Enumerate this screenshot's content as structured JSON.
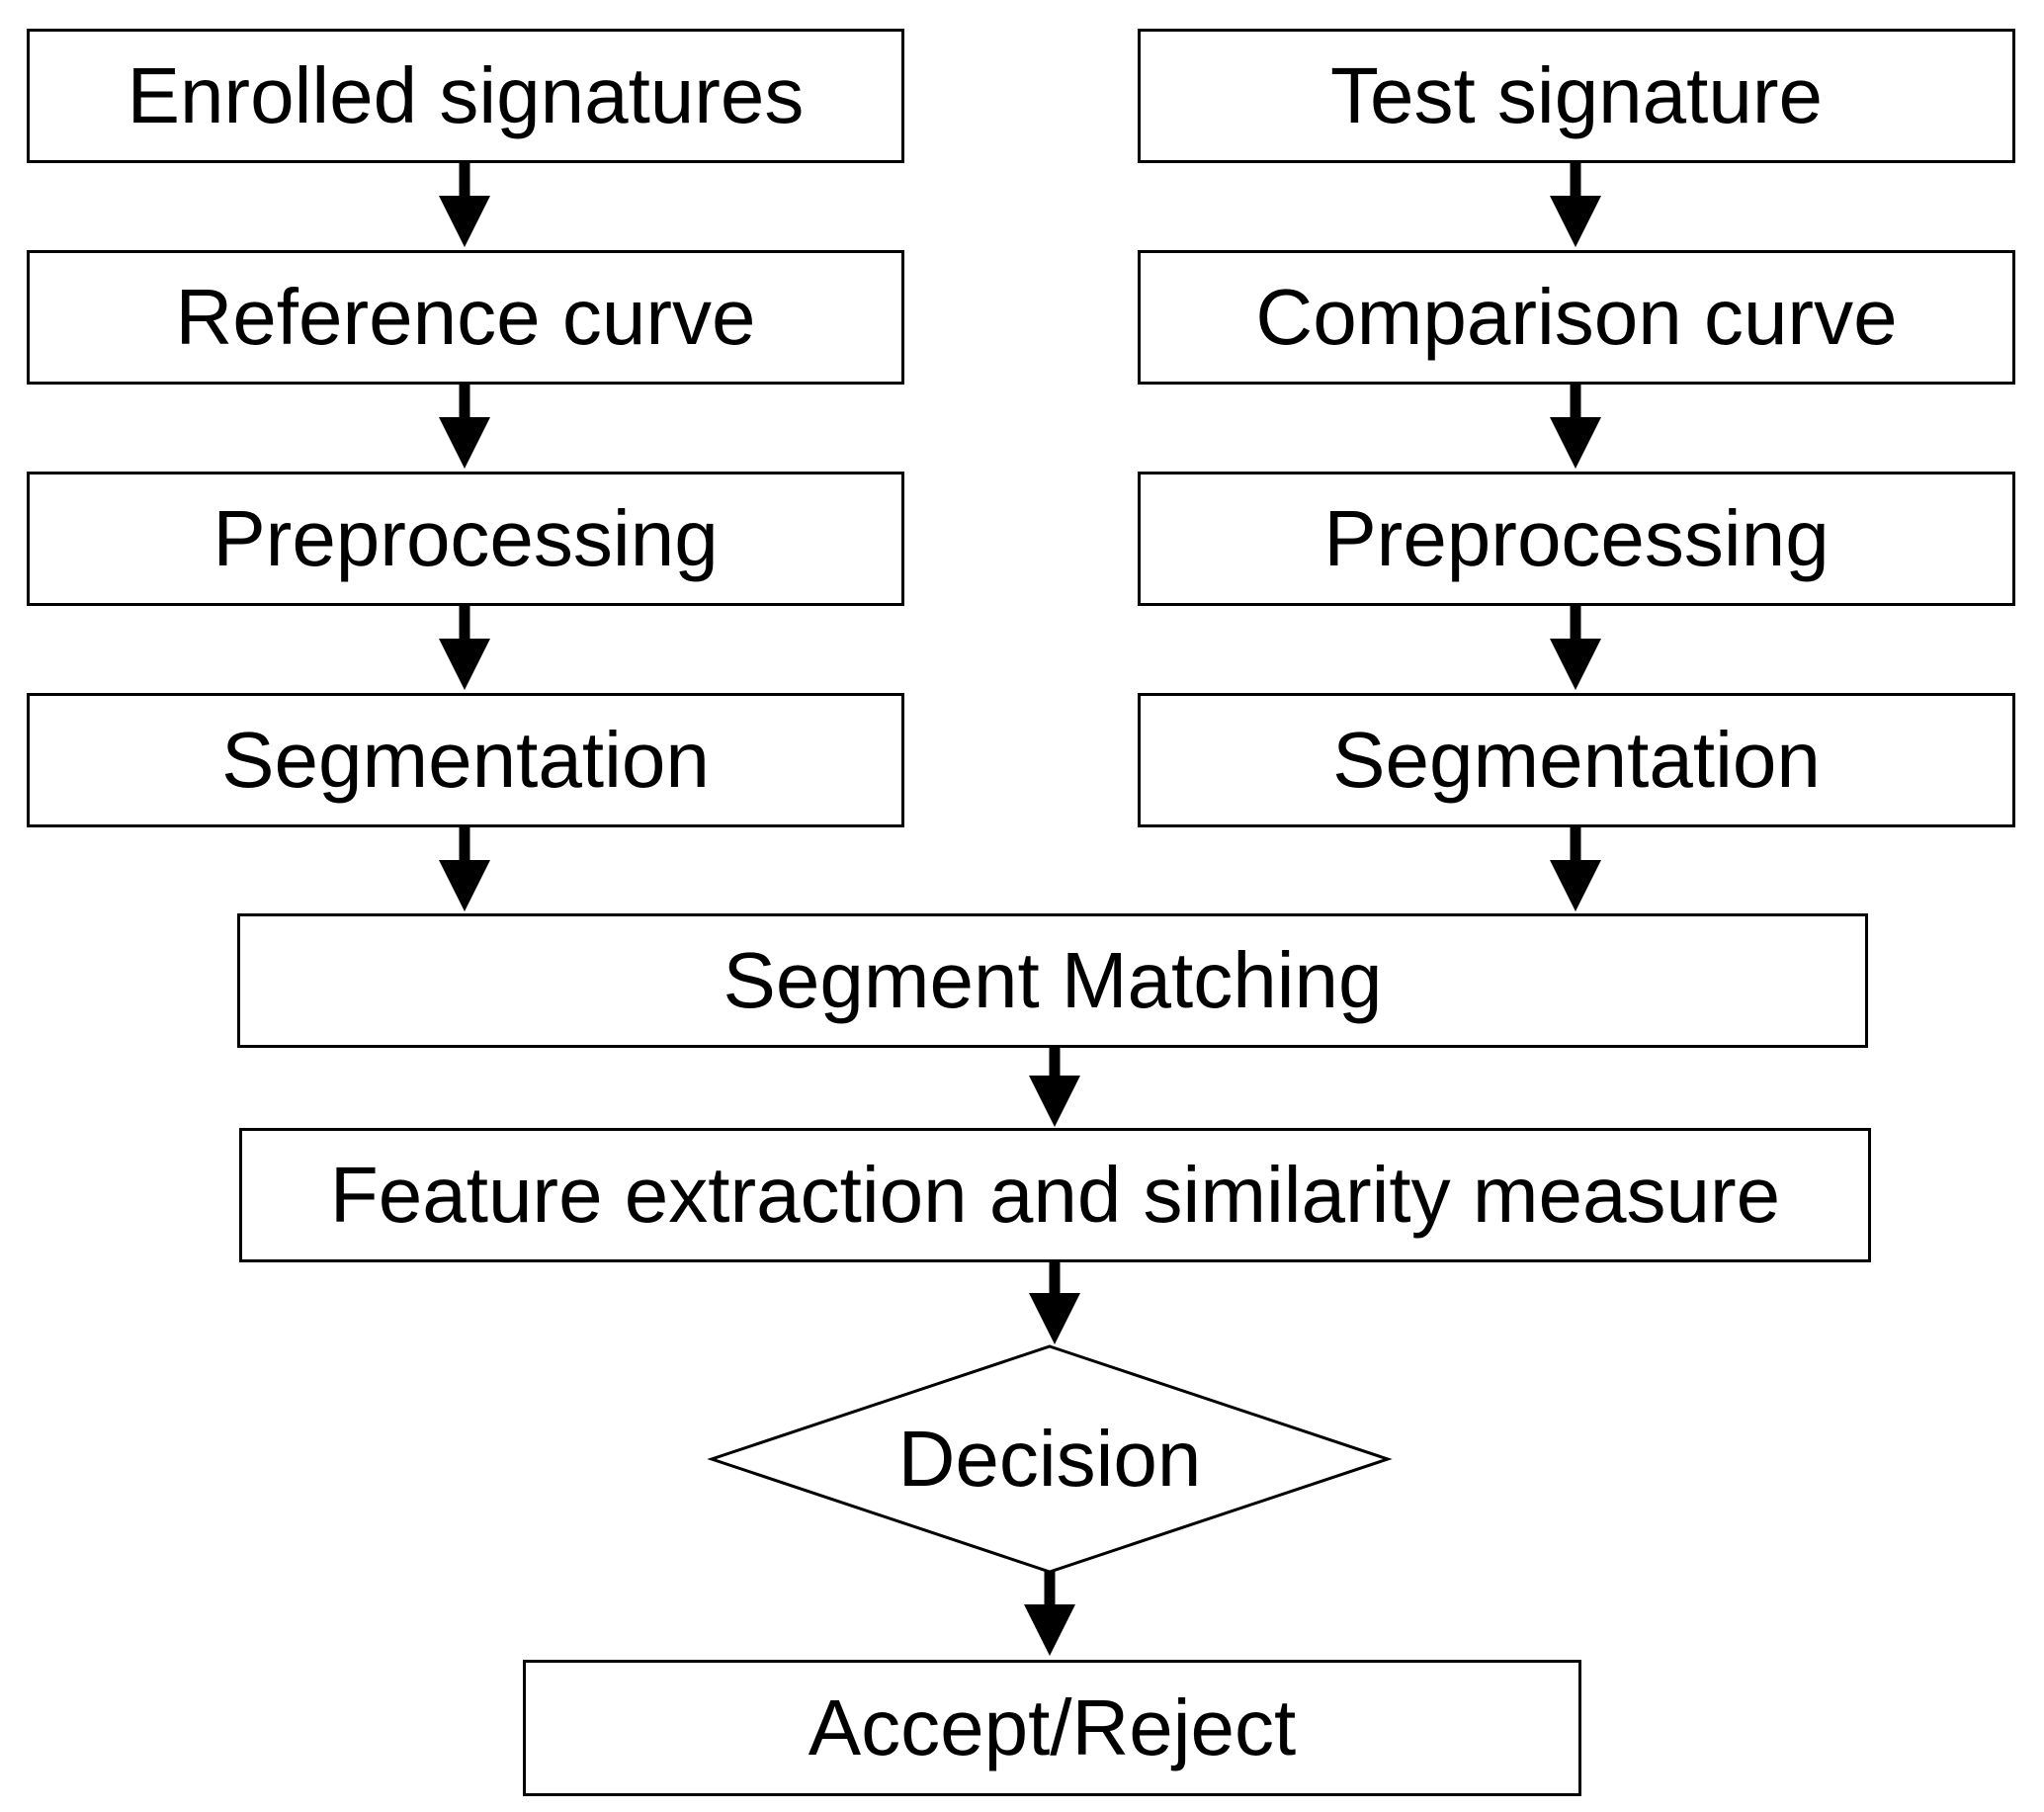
{
  "diagram": {
    "left_branch": {
      "enrolled": "Enrolled signatures",
      "reference": "Reference curve",
      "preprocessing": "Preprocessing",
      "segmentation": "Segmentation"
    },
    "right_branch": {
      "test": "Test signature",
      "comparison": "Comparison curve",
      "preprocessing": "Preprocessing",
      "segmentation": "Segmentation"
    },
    "segment_matching": "Segment Matching",
    "feature_extraction": "Feature extraction and similarity measure",
    "decision": "Decision",
    "outcome": "Accept/Reject"
  },
  "colors": {
    "stroke": "#000000",
    "fill": "#ffffff"
  }
}
